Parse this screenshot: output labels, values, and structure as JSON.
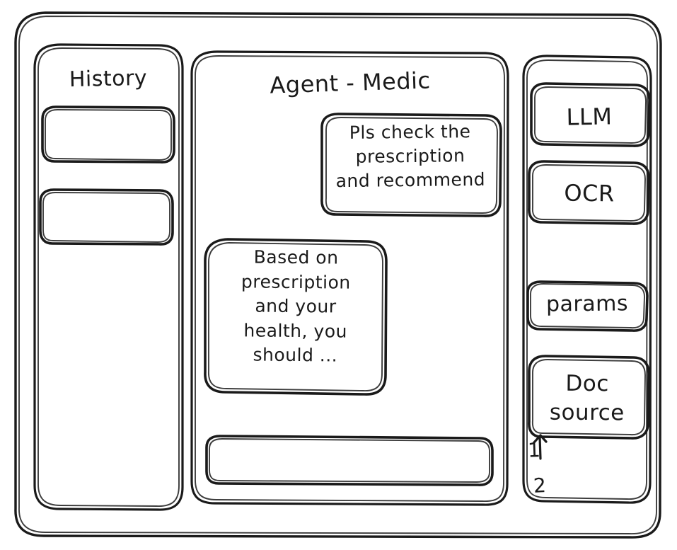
{
  "window": {
    "frame_name": "app-window",
    "background": "#ffffff",
    "stroke_color": "#1a1a1a",
    "style": "hand-drawn-wireframe"
  },
  "sidebar_left": {
    "title": "History",
    "items": [
      {
        "label": "",
        "name": "history-item-1"
      },
      {
        "label": "",
        "name": "history-item-2"
      }
    ]
  },
  "main": {
    "title": "Agent - Medic",
    "messages": [
      {
        "role": "user",
        "text": "Pls check the\nprescription\nand recommend"
      },
      {
        "role": "assistant",
        "text": "Based on\nprescription\nand your\nhealth, you\nshould ..."
      }
    ],
    "composer": {
      "value": "",
      "placeholder": ""
    }
  },
  "sidebar_right": {
    "tools": [
      {
        "label": "LLM",
        "name": "tool-llm"
      },
      {
        "label": "OCR",
        "name": "tool-ocr"
      },
      {
        "label": "params",
        "name": "tool-params"
      },
      {
        "label": "Doc\nsource",
        "name": "tool-doc-source"
      }
    ],
    "doc_list": [
      {
        "label": "1"
      },
      {
        "label": "2"
      }
    ]
  }
}
